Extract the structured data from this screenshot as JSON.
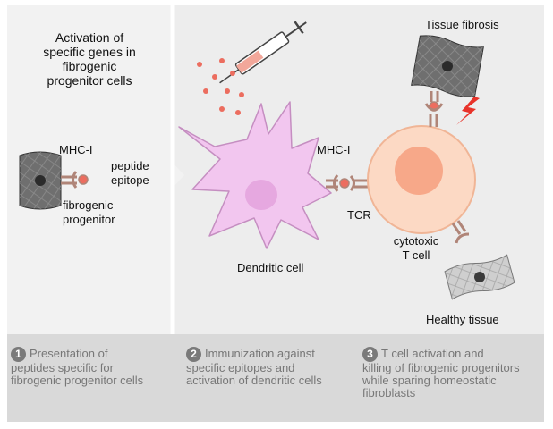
{
  "heading": {
    "line1": "Activation of",
    "line2": "specific genes in",
    "line3": "fibrogenic",
    "line4": "progenitor cells"
  },
  "labels": {
    "mhc_left": "MHC-I",
    "peptide_line1": "peptide",
    "peptide_line2": "epitope",
    "progenitor_line1": "fibrogenic",
    "progenitor_line2": "progenitor",
    "mhc_right": "MHC-I",
    "tcr": "TCR",
    "dendritic": "Dendritic cell",
    "tcell_line1": "cytotoxic",
    "tcell_line2": "T cell",
    "fibrosis": "Tissue fibrosis",
    "healthy": "Healthy tissue"
  },
  "steps": [
    {
      "number": "1",
      "line1": "Presentation of",
      "line2": "peptides specific for",
      "line3": "fibrogenic progenitor cells"
    },
    {
      "number": "2",
      "line1": "Immunization against",
      "line2": "specific epitopes and",
      "line3": "activation of dendritic cells"
    },
    {
      "number": "3",
      "line1": "T cell activation and",
      "line2": "killing of fibrogenic progenitors",
      "line3": "while sparing homeostatic",
      "line4": "fibroblasts"
    }
  ],
  "colors": {
    "panel_left": "#f2f2f2",
    "panel_right": "#ededed",
    "footer": "#d9d9d9",
    "dendritic_fill": "#f2c6ef",
    "dendritic_stroke": "#c58ec1",
    "tcell_fill": "#fcd9c4",
    "tcell_nucleus": "#f7a889",
    "peptide_red": "#ec6d5f",
    "receptor_brown": "#b08578"
  }
}
